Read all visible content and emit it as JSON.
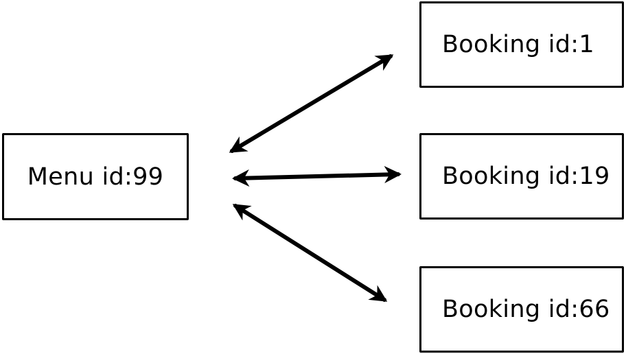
{
  "diagram": {
    "source": {
      "label": "Menu id:99"
    },
    "targets": [
      {
        "label": "Booking id:1"
      },
      {
        "label": "Booking id:19"
      },
      {
        "label": "Booking id:66"
      }
    ],
    "edge_style": "bidirectional",
    "stroke_color": "#000000"
  }
}
